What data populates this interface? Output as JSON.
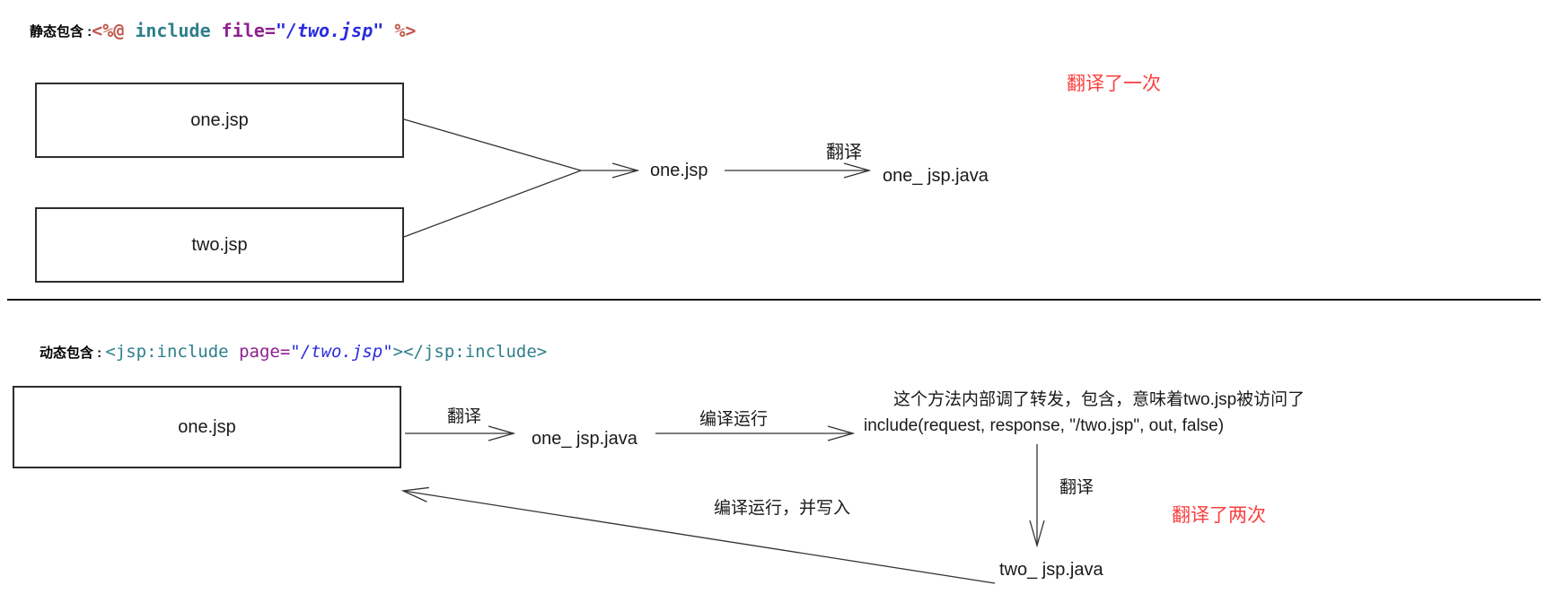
{
  "colors": {
    "annotation_red": "#fb3e3e",
    "code_punct_orange": "#c0584c",
    "code_tag_teal": "#2e7f8c",
    "code_attr_purple": "#8e2090",
    "code_string_blue": "#2b2be0",
    "line_color": "#333333"
  },
  "static_section": {
    "title": "静态包含 :",
    "code": {
      "open": "<%@ ",
      "keyword": "include ",
      "attr": "file=",
      "string": "\"/two.jsp\"",
      "close": " %>"
    },
    "box_one_label": "one.jsp",
    "box_two_label": "two.jsp",
    "merged_node_label": "one.jsp",
    "translate_label": "翻译",
    "result_label": "one_ jsp.java",
    "annotation": "翻译了一次"
  },
  "dynamic_section": {
    "title": "动态包含 : ",
    "code": {
      "open": "<jsp:include ",
      "attr": "page=",
      "string": "\"/two.jsp\"",
      "close": "></jsp:include>"
    },
    "box_one_label": "one.jsp",
    "translate_label": "翻译",
    "java_node_label": "one_ jsp.java",
    "compile_label": "编译运行",
    "note_line1": "这个方法内部调了转发，包含，意味着two.jsp被访问了",
    "note_line2": "include(request, response, \"/two.jsp\", out, false)",
    "translate2_label": "翻译",
    "annotation": "翻译了两次",
    "two_java_label": "two_ jsp.java",
    "writeback_label": "编译运行，并写入"
  }
}
